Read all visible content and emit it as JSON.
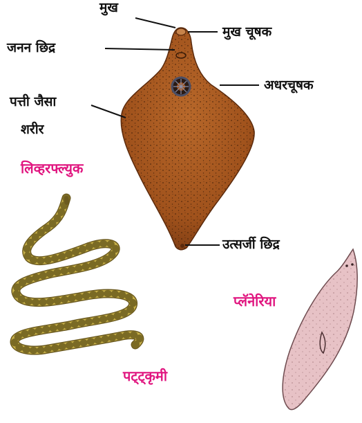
{
  "labels": {
    "mouth": "मुख",
    "genital_pore": "जनन छिद्र",
    "oral_sucker": "मुख चूषक",
    "ventral_sucker": "अधरचूषक",
    "leaf_like_body_1": "पत्ती जैसा",
    "leaf_like_body_2": "शरीर",
    "excretory_pore": "उत्सर्जी छिद्र"
  },
  "captions": {
    "liver_fluke": "लिव्हरफ्ल्युक",
    "tapeworm": "पट्ट्कृमी",
    "planaria": "प्लॅनेरिया"
  },
  "colors": {
    "caption": "#e0157f",
    "liver_fluke_body": "#a0521c",
    "tapeworm_body": "#c9b24a",
    "planaria_body": "#e7c2c6"
  }
}
